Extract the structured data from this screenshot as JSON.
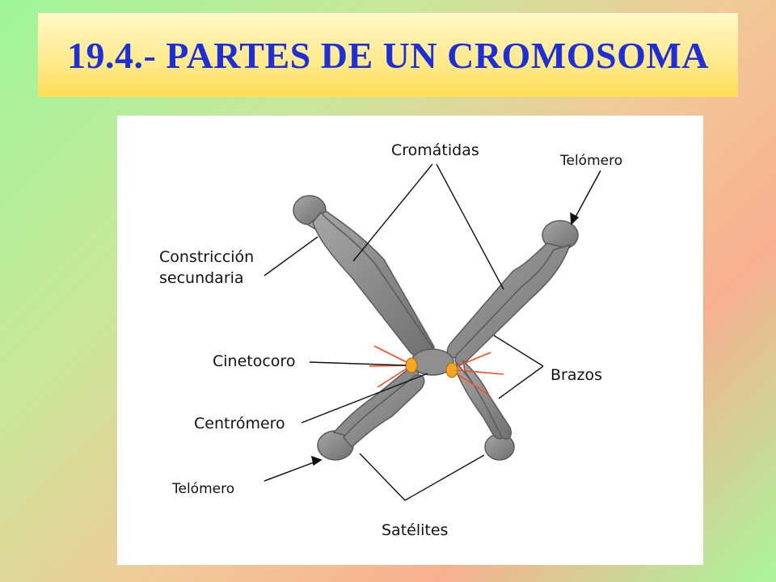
{
  "slide": {
    "title": "19.4.- PARTES DE UN CROMOSOMA"
  },
  "diagram": {
    "labels": {
      "cromatidas": "Cromátidas",
      "telomero_top": "Telómero",
      "constriccion_line1": "Constricción",
      "constriccion_line2": "secundaria",
      "cinetocoro": "Cinetocoro",
      "brazos": "Brazos",
      "centromero": "Centrómero",
      "telomero_bottom": "Telómero",
      "satelites": "Satélites"
    },
    "colors": {
      "title_text": "#1e2fd8",
      "title_box": "#ffe98a",
      "chromosome": "#8d8d8d",
      "kinetochore": "#f5a623",
      "kinetochore_arrows": "#ff4a1a"
    }
  }
}
